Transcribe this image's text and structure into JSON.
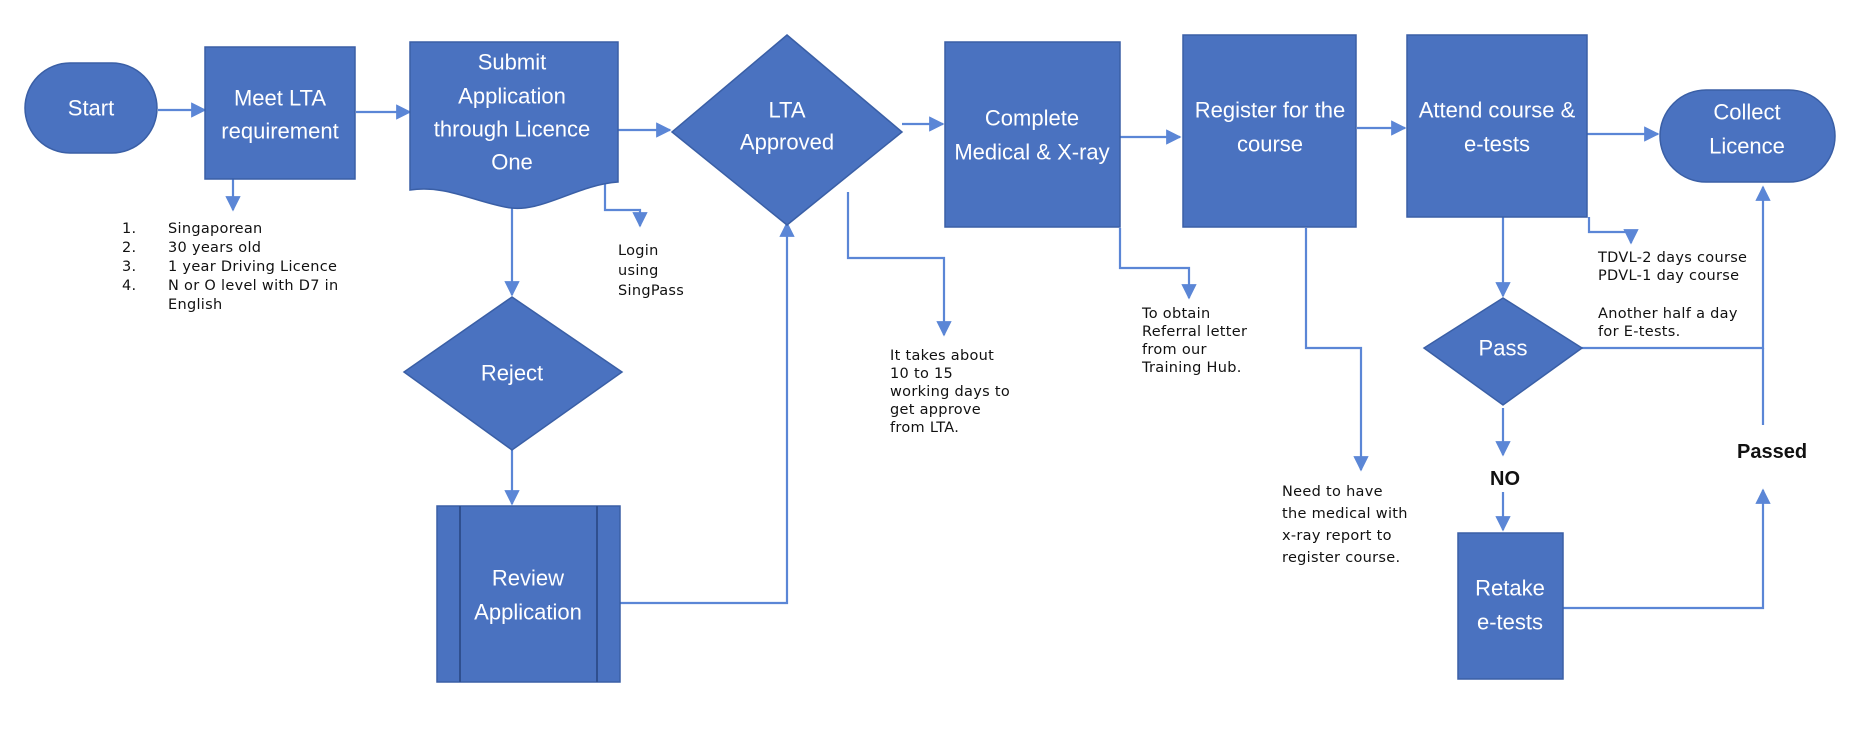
{
  "nodes": {
    "start": "Start",
    "meet_lta": [
      "Meet LTA",
      "requirement"
    ],
    "submit_application": [
      "Submit",
      "Application",
      "through Licence",
      "One"
    ],
    "lta_approved": [
      "LTA",
      "Approved"
    ],
    "complete_medical": [
      "Complete",
      "Medical & X-ray"
    ],
    "register_course": [
      "Register for the",
      "course"
    ],
    "attend_course": [
      "Attend course &",
      "e-tests"
    ],
    "collect_licence": [
      "Collect",
      "Licence"
    ],
    "reject": "Reject",
    "review_application": [
      "Review",
      "Application"
    ],
    "pass": "Pass",
    "retake": [
      "Retake",
      "e-tests"
    ]
  },
  "notes": {
    "requirements": {
      "numbers": [
        "1.",
        "2.",
        "3.",
        "4."
      ],
      "items": [
        "Singaporean",
        "30 years old",
        "1 year Driving Licence",
        "N or O level with D7 in",
        "English"
      ]
    },
    "login": [
      "Login",
      "using",
      "SingPass"
    ],
    "approval_time": [
      "It takes about",
      "10 to 15",
      "working days to",
      "get approve",
      "from LTA."
    ],
    "referral": [
      "To obtain",
      "Referral letter",
      "from our",
      "Training Hub."
    ],
    "medical_required": [
      "Need to have",
      "the medical with",
      "x-ray report to",
      "register course."
    ],
    "course_duration": [
      "TDVL-2 days course",
      "PDVL-1 day course",
      "",
      "Another half a day",
      "for E-tests."
    ],
    "no_label": "NO",
    "passed_label": "Passed"
  },
  "colors": {
    "shape_fill": "#4a72c0",
    "connector": "#5b86d6"
  }
}
